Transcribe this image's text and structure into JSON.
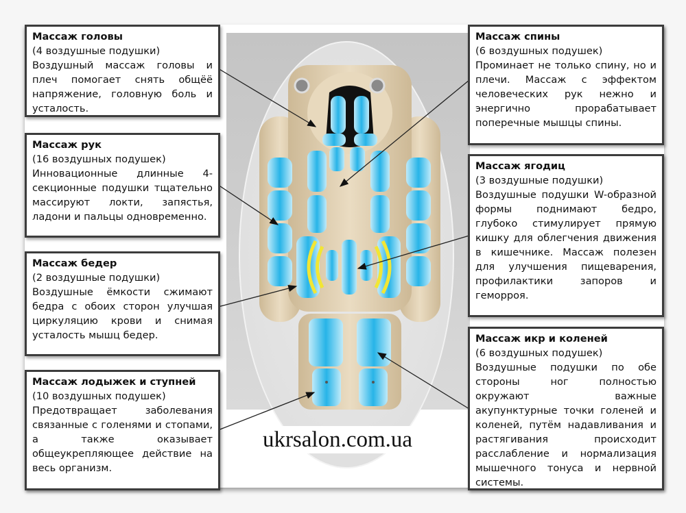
{
  "watermark": "ukrsalon.com.ua",
  "colors": {
    "airbag_blue": "#27b4e8",
    "chair_beige": "#e6d6b8",
    "box_border": "#3c3c3c",
    "heat_yellow": "#f2e634"
  },
  "callouts": {
    "head": {
      "title": "Массаж головы",
      "subtitle": "(4 воздушные подушки)",
      "description": "Воздушный массаж головы и плеч помогает снять общёё напряжение, головную боль и усталость."
    },
    "arms": {
      "title": "Массаж рук",
      "subtitle": "(16 воздушных подушек)",
      "description": "Инновационные длинные 4-секционные подушки тщательно массируют локти, запястья, ладони и пальцы одновременно."
    },
    "thighs": {
      "title": "Массаж бедер",
      "subtitle": "(2 воздушные подушки)",
      "description": "Воздушные ёмкости сжимают бедра с обоих сторон улучшая циркуляцию крови и снимая усталость мышц бедер."
    },
    "ankles": {
      "title": "Массаж лодыжек и ступней",
      "subtitle": "(10 воздушных подушек)",
      "description": "Предотвращает заболевания связанные с голенями и стопами, а также оказывает общеукрепляющее действие на весь организм."
    },
    "back": {
      "title": "Массаж спины",
      "subtitle": "(6 воздушных подушек)",
      "description": "Проминает не только спину, но и плечи. Массаж с эффектом человеческих рук нежно и энергично прорабатывает поперечные мышцы спины."
    },
    "buttocks": {
      "title": "Массаж ягодиц",
      "subtitle": "(3 воздушные подушки)",
      "description": "Воздушные подушки W-образной формы поднимают бедро, глубоко стимулирует прямую кишку для облегчения движения в кишечнике. Массаж полезен для улучшения пищеварения, профилактики запоров и геморроя."
    },
    "calves": {
      "title": "Массаж икр и коленей",
      "subtitle": " (6 воздушных подушек)",
      "description": "Воздушные подушки по обе стороны ног полностью окружают важные акупунктурные точки голеней и коленей, путём надавливания и растягивания происходит расслабление и нормализация мышечного тонуса и нервной системы."
    }
  }
}
